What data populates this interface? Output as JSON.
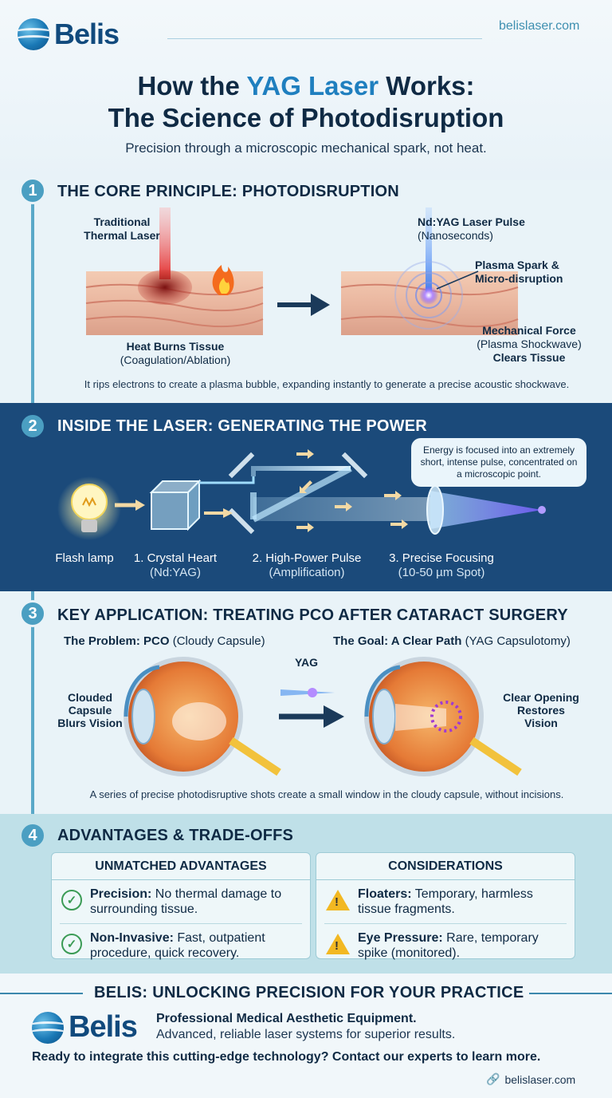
{
  "header": {
    "logo": "Belis",
    "website": "belislaser.com",
    "title_line1_pre": "How the ",
    "title_line1_accent": "YAG Laser",
    "title_line1_post": " Works:",
    "title_line2": "The Science of Photodisruption",
    "subtitle": "Precision through a microscopic mechanical spark, not heat."
  },
  "section1": {
    "number": "1",
    "title": "THE CORE PRINCIPLE: PHOTODISRUPTION",
    "left_label_line1": "Traditional",
    "left_label_line2": "Thermal Laser",
    "left_caption_line1": "Heat Burns Tissue",
    "left_caption_line2": "(Coagulation/Ablation)",
    "right_label_line1": "Nd:YAG Laser Pulse",
    "right_label_line2": "(Nanoseconds)",
    "spark_label_line1": "Plasma Spark &",
    "spark_label_line2": "Micro-disruption",
    "force_label_line1": "Mechanical Force",
    "force_label_line2": "(Plasma Shockwave)",
    "force_label_line3": "Clears Tissue",
    "footnote": "It rips electrons to create a plasma bubble, expanding instantly to generate a precise acoustic shockwave."
  },
  "section2": {
    "number": "2",
    "title": "INSIDE THE LASER: GENERATING THE POWER",
    "callout": "Energy is focused into an extremely short, intense pulse, concentrated on a microscopic point.",
    "steps": [
      {
        "label": "Flash lamp",
        "sub": ""
      },
      {
        "label": "1. Crystal Heart",
        "sub": "(Nd:YAG)"
      },
      {
        "label": "2. High-Power Pulse",
        "sub": "(Amplification)"
      },
      {
        "label": "3. Precise Focusing",
        "sub": "(10-50 µm Spot)"
      }
    ]
  },
  "section3": {
    "number": "3",
    "title": "KEY APPLICATION: TREATING PCO AFTER CATARACT SURGERY",
    "problem_bold": "The Problem: PCO",
    "problem_rest": " (Cloudy Capsule)",
    "goal_bold": "The Goal: A Clear Path",
    "goal_rest": " (YAG Capsulotomy)",
    "yag_label": "YAG",
    "left_note_line1": "Clouded",
    "left_note_line2": "Capsule",
    "left_note_line3": "Blurs Vision",
    "right_note_line1": "Clear Opening",
    "right_note_line2": "Restores",
    "right_note_line3": "Vision",
    "footnote": "A series of precise photodisruptive shots create a small window in the cloudy capsule, without incisions."
  },
  "section4": {
    "number": "4",
    "title": "ADVANTAGES & TRADE-OFFS",
    "advantages_title": "UNMATCHED ADVANTAGES",
    "advantages": [
      {
        "bold": "Precision:",
        "text_line1": " No thermal damage to",
        "text_line2": "surrounding tissue."
      },
      {
        "bold": "Non-Invasive:",
        "text_line1": " Fast, outpatient",
        "text_line2": "procedure, quick recovery."
      }
    ],
    "considerations_title": "CONSIDERATIONS",
    "considerations": [
      {
        "bold": "Floaters:",
        "text_line1": " Temporary, harmless",
        "text_line2": "tissue fragments."
      },
      {
        "bold": "Eye Pressure:",
        "text_line1": " Rare, temporary",
        "text_line2": "spike (monitored)."
      }
    ]
  },
  "footer": {
    "title": "BELIS: UNLOCKING PRECISION FOR YOUR PRACTICE",
    "logo": "Belis",
    "tagline_bold": "Professional Medical Aesthetic Equipment.",
    "tagline": "Advanced, reliable laser systems for superior results.",
    "cta": "Ready to integrate this cutting-edge technology? Contact our experts to learn more.",
    "website": "belislaser.com"
  },
  "colors": {
    "navy": "#0f2a44",
    "accent_blue": "#1f7fbf",
    "band_dark": "#1b4a7a",
    "timeline": "#4b9fc2",
    "check_green": "#3b9b55",
    "warning_yellow": "#f2b822"
  }
}
